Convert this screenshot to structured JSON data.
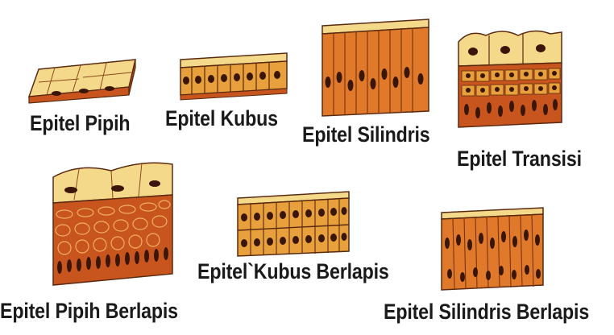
{
  "labels": {
    "pipih": "Epitel Pipih",
    "kubus": "Epitel Kubus",
    "silindris": "Epitel  Silindris",
    "transisi": "Epitel Transisi",
    "pipih_berlapis": "Epitel Pipih Berlapis",
    "kubus_berlapis": "Epitel`Kubus Berlapis",
    "silindris_berlapis": "Epitel  Silindris Berlapis"
  },
  "colors": {
    "surface": "#f5d98a",
    "cell": "#e8a03c",
    "deep": "#c8551e",
    "nucleus": "#3a1608",
    "outline": "#5a2a10"
  }
}
